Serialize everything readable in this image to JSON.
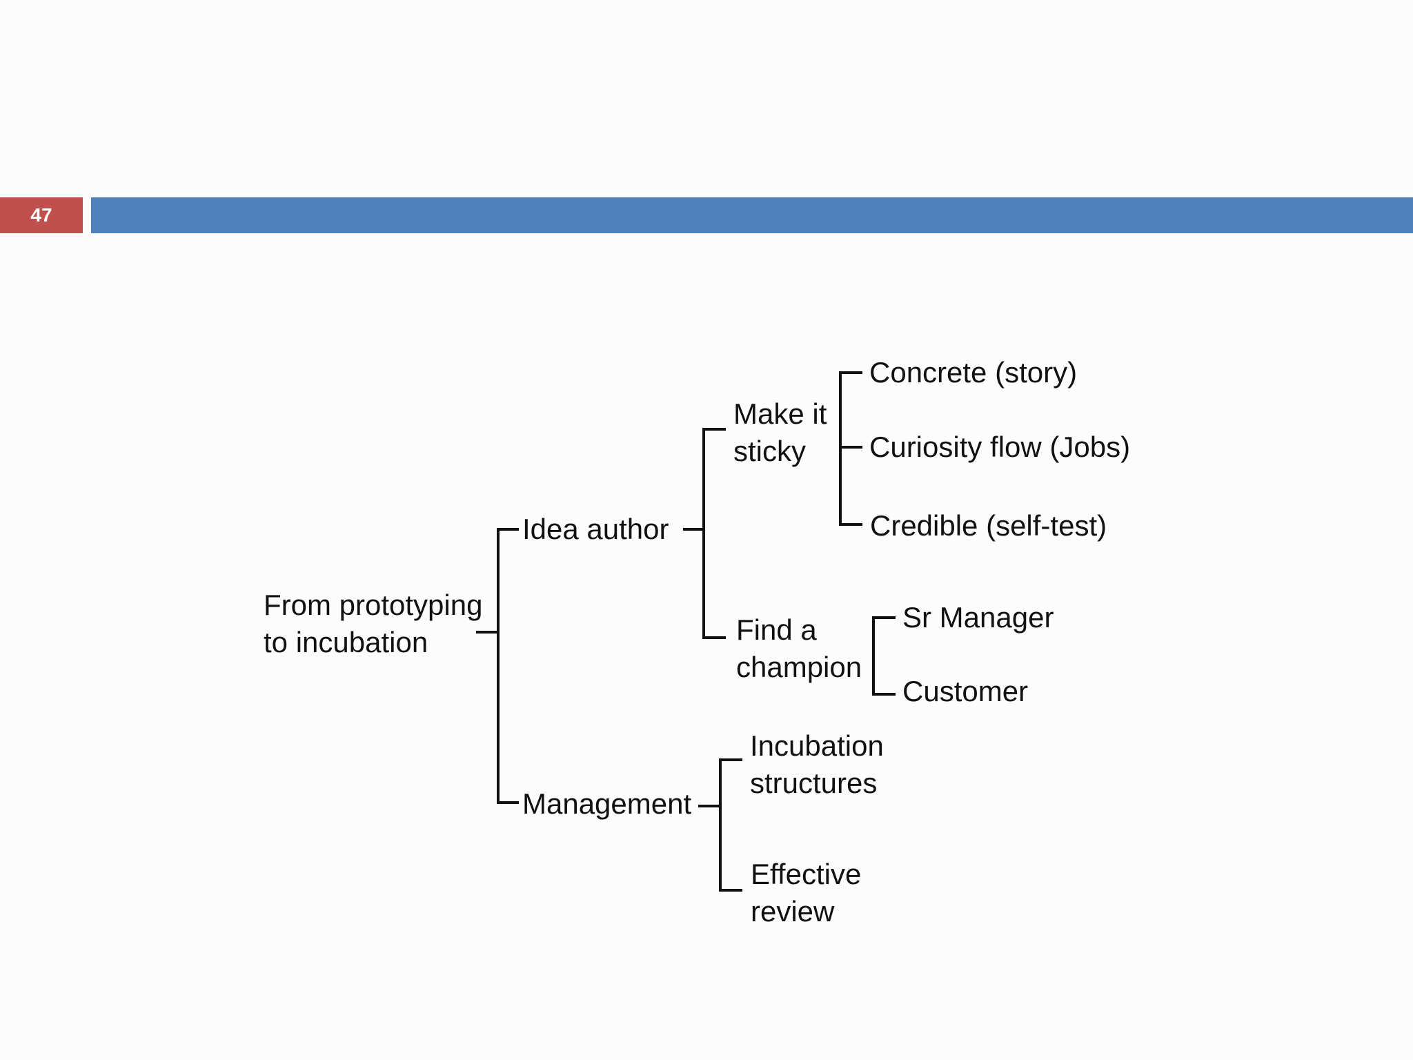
{
  "slide": {
    "number": "47",
    "colors": {
      "number_box": "#c0504d",
      "header_bar": "#4f81bd",
      "line": "#111111"
    }
  },
  "tree": {
    "root": {
      "line1": "From prototyping",
      "line2": "to incubation"
    },
    "idea_author": {
      "label": "Idea author"
    },
    "make_it_sticky": {
      "line1": "Make it",
      "line2": "sticky"
    },
    "concrete": {
      "label": "Concrete (story)"
    },
    "curiosity": {
      "label": "Curiosity flow (Jobs)"
    },
    "credible": {
      "label": "Credible (self-test)"
    },
    "find_champion": {
      "line1": "Find a",
      "line2": "champion"
    },
    "sr_manager": {
      "label": "Sr Manager"
    },
    "customer": {
      "label": "Customer"
    },
    "management": {
      "label": "Management"
    },
    "incubation": {
      "line1": "Incubation",
      "line2": "structures"
    },
    "effective_review": {
      "line1": "Effective",
      "line2": "review"
    }
  }
}
